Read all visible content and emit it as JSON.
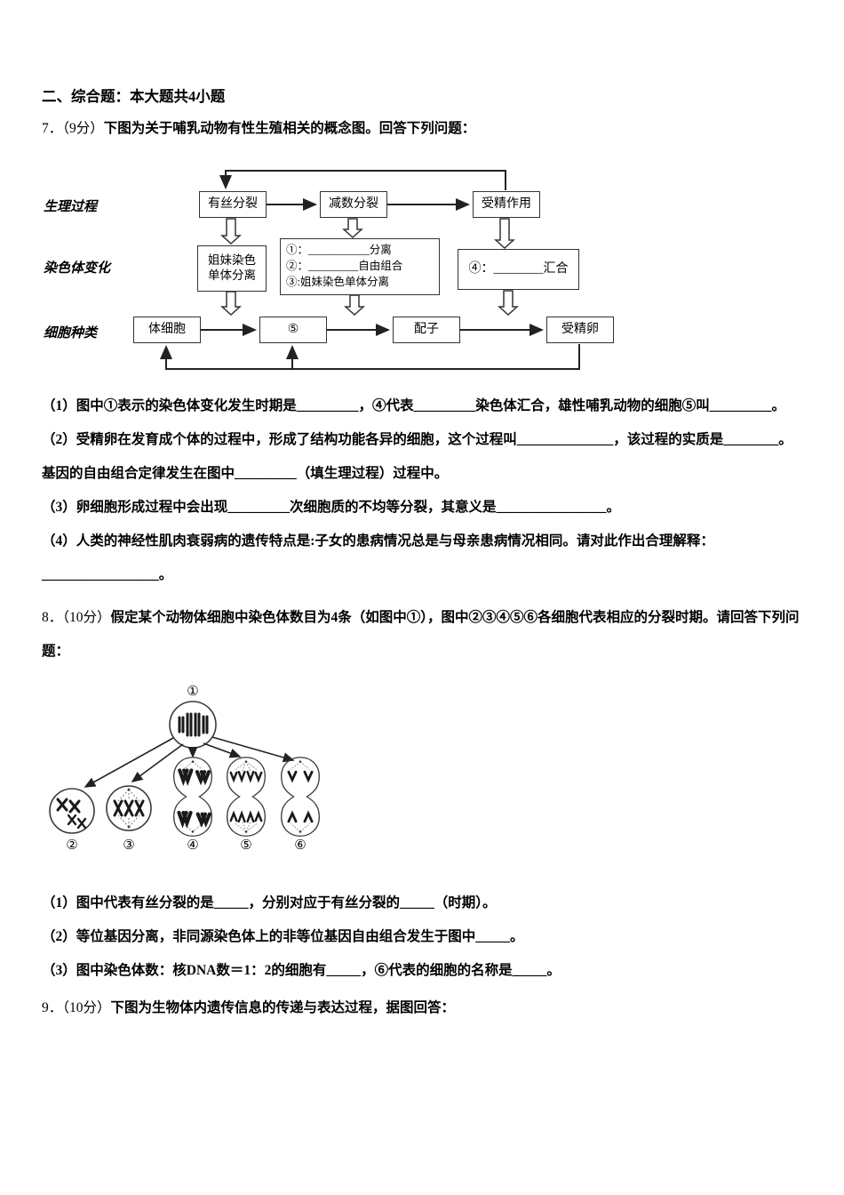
{
  "page": {
    "background": "#ffffff",
    "text_color": "#000000"
  },
  "section_header": "二、综合题：本大题共4小题",
  "q7": {
    "number": "7．",
    "score": "（9分）",
    "stem": "下图为关于哺乳动物有性生殖相关的概念图。回答下列问题：",
    "diagram": {
      "row_labels": [
        "生理过程",
        "染色体变化",
        "细胞种类"
      ],
      "top_boxes": [
        "有丝分裂",
        "减数分裂",
        "受精作用"
      ],
      "sister_box_line1": "姐妹染色",
      "sister_box_line2": "单体分离",
      "center_box_lines": [
        "①：___________分离",
        "②：_________自由组合",
        "③:姐妹染色单体分离"
      ],
      "confluence_box": "④：________汇合",
      "bottom_boxes": [
        "体细胞",
        "⑤",
        "配子",
        "受精卵"
      ]
    },
    "subs": [
      "（1）图中①表示的染色体变化发生时期是_________，④代表_________染色体汇合，雄性哺乳动物的细胞⑤叫_________。",
      "（2）受精卵在发育成个体的过程中，形成了结构功能各异的细胞，这个过程叫______________，该过程的实质是________。基因的自由组合定律发生在图中_________（填生理过程）过程中。",
      "（3）卵细胞形成过程中会出现_________次细胞质的不均等分裂，其意义是________________。",
      "（4）人类的神经性肌肉衰弱病的遗传特点是:子女的患病情况总是与母亲患病情况相同。请对此作出合理解释：_________________。"
    ]
  },
  "q8": {
    "number": "8．",
    "score": "（10分）",
    "stem": "假定某个动物体细胞中染色体数目为4条（如图中①），图中②③④⑤⑥各细胞代表相应的分裂时期。请回答下列问题：",
    "figure_labels": [
      "①",
      "②",
      "③",
      "④",
      "⑤",
      "⑥"
    ],
    "subs": [
      "（1）图中代表有丝分裂的是_____，分别对应于有丝分裂的_____（时期）。",
      "（2）等位基因分离，非同源染色体上的非等位基因自由组合发生于图中_____。",
      "（3）图中染色体数：核DNA数＝1：2的细胞有_____，⑥代表的细胞的名称是_____。"
    ]
  },
  "q9": {
    "number": "9．",
    "score": "（10分）",
    "stem": "下图为生物体内遗传信息的传递与表达过程，据图回答："
  }
}
